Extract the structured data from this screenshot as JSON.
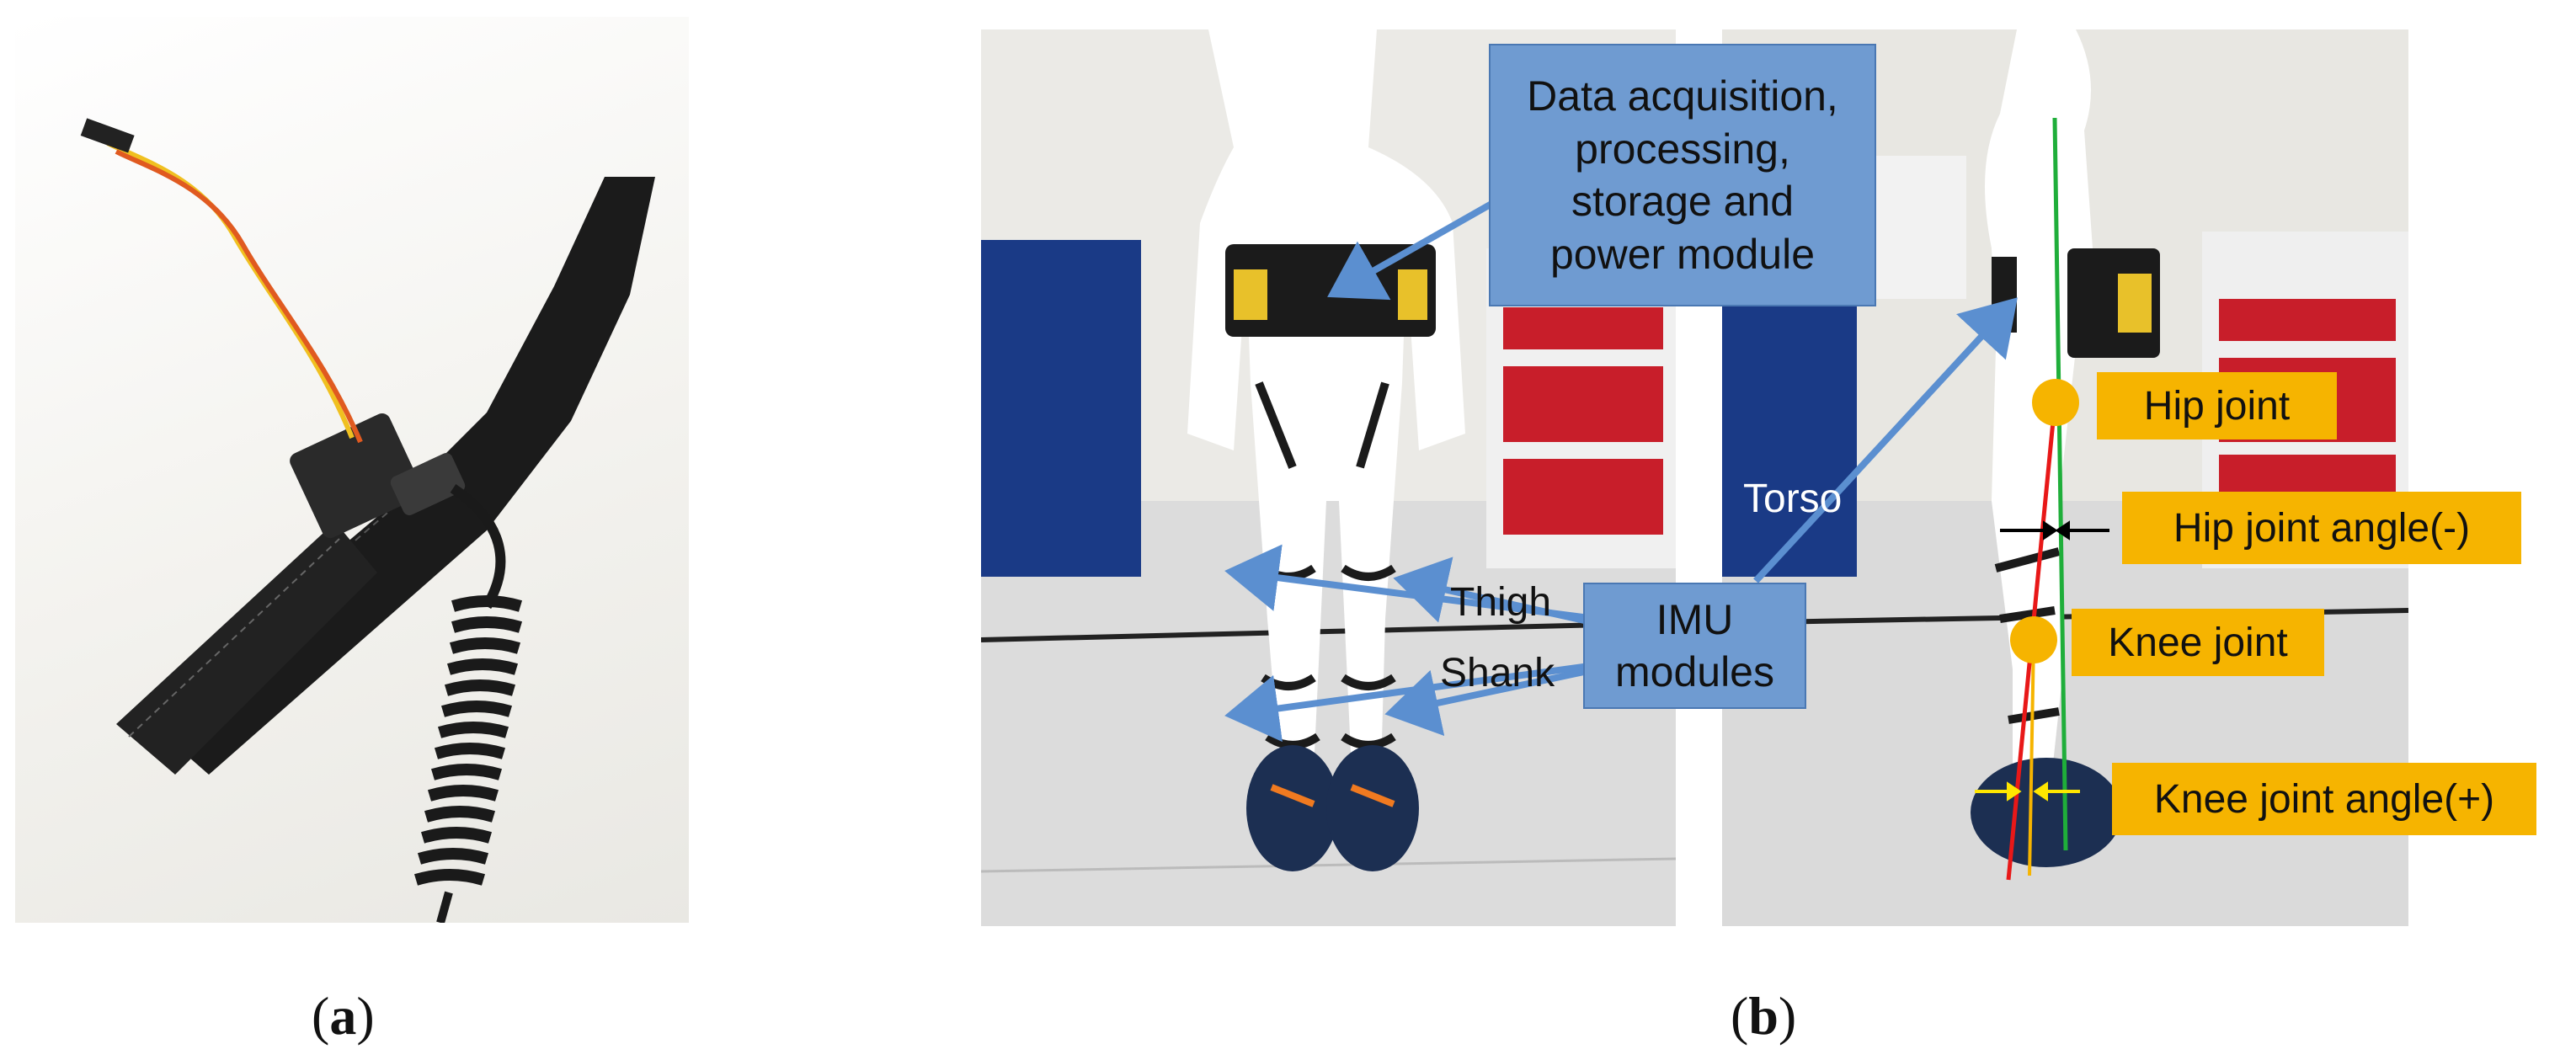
{
  "panel_a": {
    "caption_open": "(",
    "caption_letter": "a",
    "caption_close": ")"
  },
  "panel_b": {
    "caption_open": "(",
    "caption_letter": "b",
    "caption_close": ")",
    "daq_box_lines": [
      "Data acquisition,",
      "processing,",
      "storage and",
      "power module"
    ],
    "imu_box_lines": [
      "IMU",
      "modules"
    ],
    "thigh_label": "Thigh",
    "shank_label": "Shank",
    "torso_label": "Torso",
    "hip_joint": "Hip joint",
    "hip_joint_angle": "Hip joint angle(-)",
    "knee_joint": "Knee joint",
    "knee_joint_angle": "Knee joint angle(+)"
  },
  "colors": {
    "arrow_blue": "#5b8fd0",
    "box_blue": "#6f9bd1",
    "label_orange": "#f6b400",
    "joint_dot": "#f6b400",
    "vertical_ref": "#1fae3a",
    "leg_line": "#e81818",
    "angle_marker_black": "#000000",
    "angle_marker_yellow": "#ffe600"
  }
}
